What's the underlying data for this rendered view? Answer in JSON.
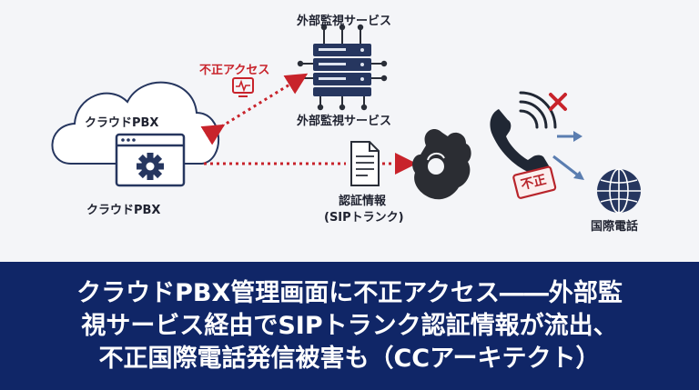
{
  "diagram": {
    "top_service_label": "外部監視サービス",
    "unauthorized_access_label": "不正アクセス",
    "service_label": "外部監視サービス",
    "cloud_inner_label": "クラウドPBX",
    "cloud_caption": "クラウドPBX",
    "credentials_label_line1": "認証情報",
    "credentials_label_line2": "(SIPトランク)",
    "stamp_label": "不正",
    "intl_call_label": "国際電話",
    "icons": [
      "cloud-icon",
      "gear-icon",
      "browser-window-icon",
      "server-rack-icon",
      "alert-monitor-icon",
      "document-icon",
      "grabbing-hand-icon",
      "phone-icon",
      "cross-mark-icon",
      "globe-icon",
      "stamp-icon"
    ],
    "colors": {
      "alert_red": "#c8232b",
      "dark_icon": "#2a2e38",
      "blue_icon": "#26365f",
      "stamp_red": "#b8242b"
    }
  },
  "headline": {
    "line1": "クラウドPBX管理画面に不正アクセス――外部監",
    "line2": "視サービス経由でSIPトランク認証情報が流出、",
    "line3": "不正国際電話発信被害も（CCアーキテクト）",
    "background_color": "#102667"
  }
}
